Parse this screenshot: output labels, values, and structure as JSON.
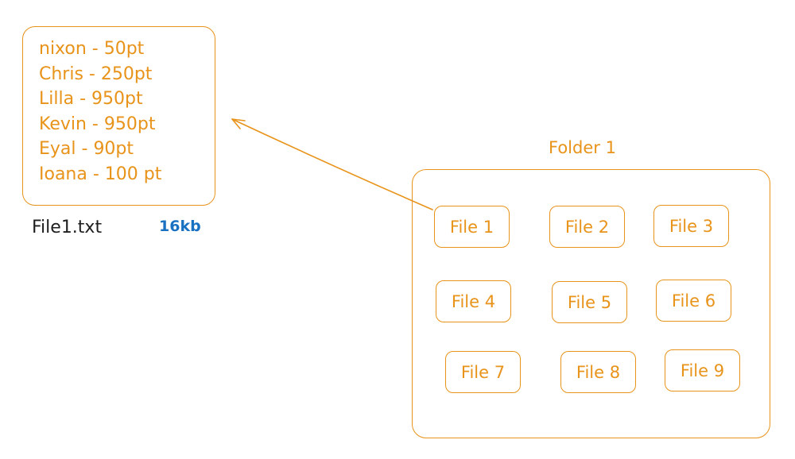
{
  "content": {
    "lines": [
      "nixon - 50pt",
      "Chris - 250pt",
      "Lilla - 950pt",
      "Kevin - 950pt",
      "Eyal - 90pt",
      "Ioana - 100 pt"
    ]
  },
  "file_name": "File1.txt",
  "file_size": "16kb",
  "folder": {
    "title": "Folder 1",
    "files": [
      "File 1",
      "File 2",
      "File 3",
      "File 4",
      "File 5",
      "File 6",
      "File 7",
      "File 8",
      "File 9"
    ]
  },
  "colors": {
    "accent": "#e8931a",
    "size": "#1971c2",
    "text": "#1e1e1e"
  }
}
